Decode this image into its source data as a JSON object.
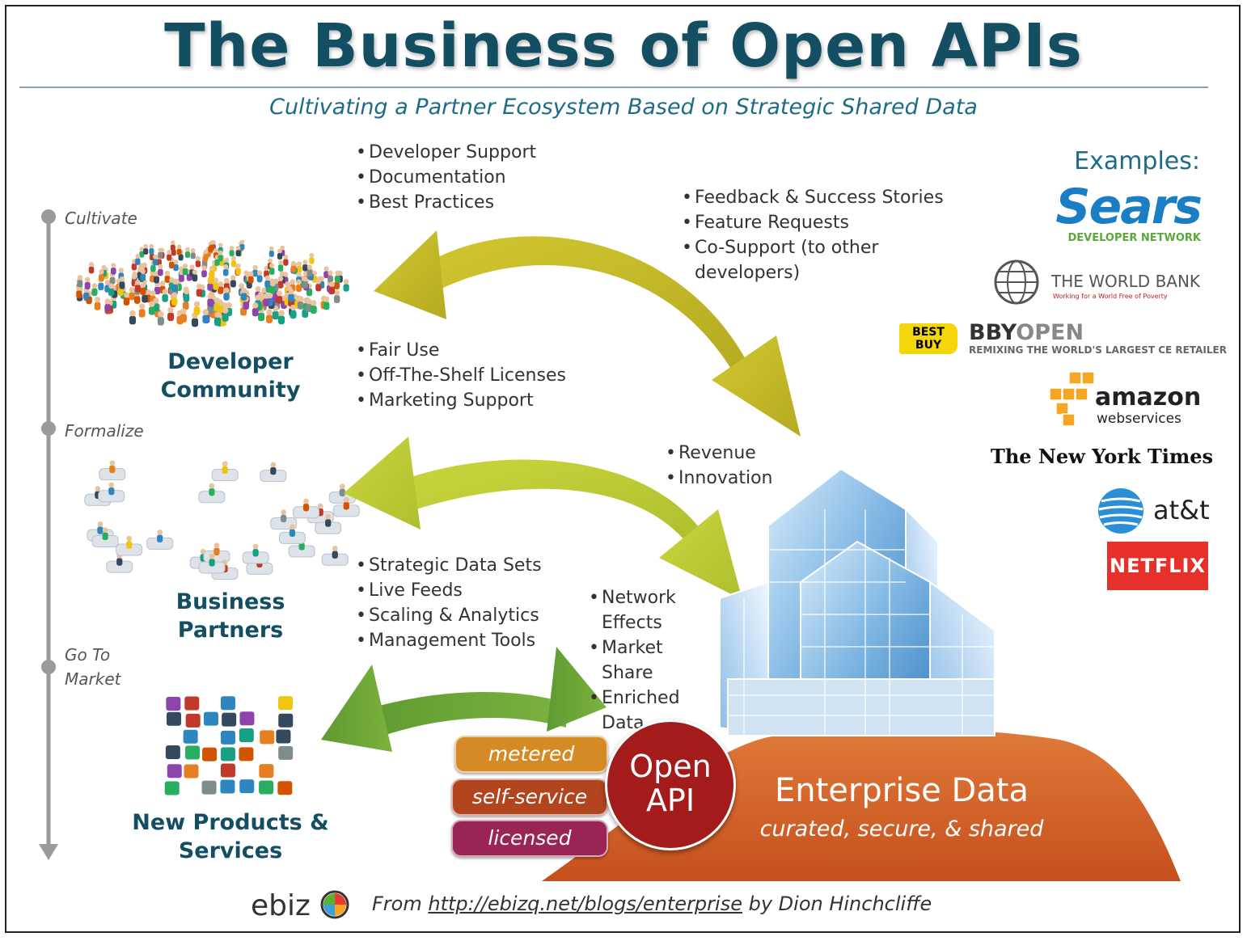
{
  "title": "The Business of Open APIs",
  "subtitle": "Cultivating a Partner Ecosystem Based on Strategic Shared Data",
  "stages": {
    "cultivate": "Cultivate",
    "formalize": "Formalize",
    "go_to_market": "Go To Market"
  },
  "groups": {
    "developer_community": "Developer Community",
    "business_partners": "Business Partners",
    "new_products": "New Products & Services"
  },
  "bullets": {
    "developer_support": [
      "Developer Support",
      "Documentation",
      "Best Practices"
    ],
    "feedback": [
      "Feedback & Success Stories",
      "Feature Requests",
      "Co-Support (to other developers)"
    ],
    "licensing": [
      "Fair Use",
      "Off-The-Shelf Licenses",
      "Marketing Support"
    ],
    "revenue": [
      "Revenue",
      "Innovation"
    ],
    "data_sets": [
      "Strategic Data Sets",
      "Live Feeds",
      "Scaling & Analytics",
      "Management Tools"
    ],
    "network": [
      "Network Effects",
      "Market Share",
      "Enriched Data"
    ]
  },
  "pills": [
    "metered",
    "self-service",
    "licensed"
  ],
  "open_api": {
    "line1": "Open",
    "line2": "API"
  },
  "enterprise": {
    "title": "Enterprise Data",
    "subtitle": "curated, secure, & shared"
  },
  "examples": {
    "title": "Examples:",
    "sears": "Sears",
    "sears_sub": "DEVELOPER NETWORK",
    "worldbank": "THE WORLD BANK",
    "worldbank_sub": "Working for a World Free of Poverty",
    "bestbuy_tag": "BEST BUY",
    "bbyopen_a": "BBY",
    "bbyopen_b": "OPEN",
    "bbyopen_sub": "REMIXING THE WORLD'S LARGEST CE RETAILER",
    "amazon": "amazon",
    "amazon_sub": "webservices",
    "nyt": "The New York Times",
    "att": "at&t",
    "netflix": "NETFLIX"
  },
  "footer": {
    "brand": "ebiz",
    "from": "From ",
    "url": "http://ebizq.net/blogs/enterprise",
    "by": " by Dion Hinchcliffe"
  },
  "colors": {
    "title": "#144e63",
    "arrow1": "#c7bd2b",
    "arrow2": "#bfcf3a",
    "arrow3": "#6aa436",
    "hill": "#d6612a",
    "open_api": "#a41b1b"
  }
}
